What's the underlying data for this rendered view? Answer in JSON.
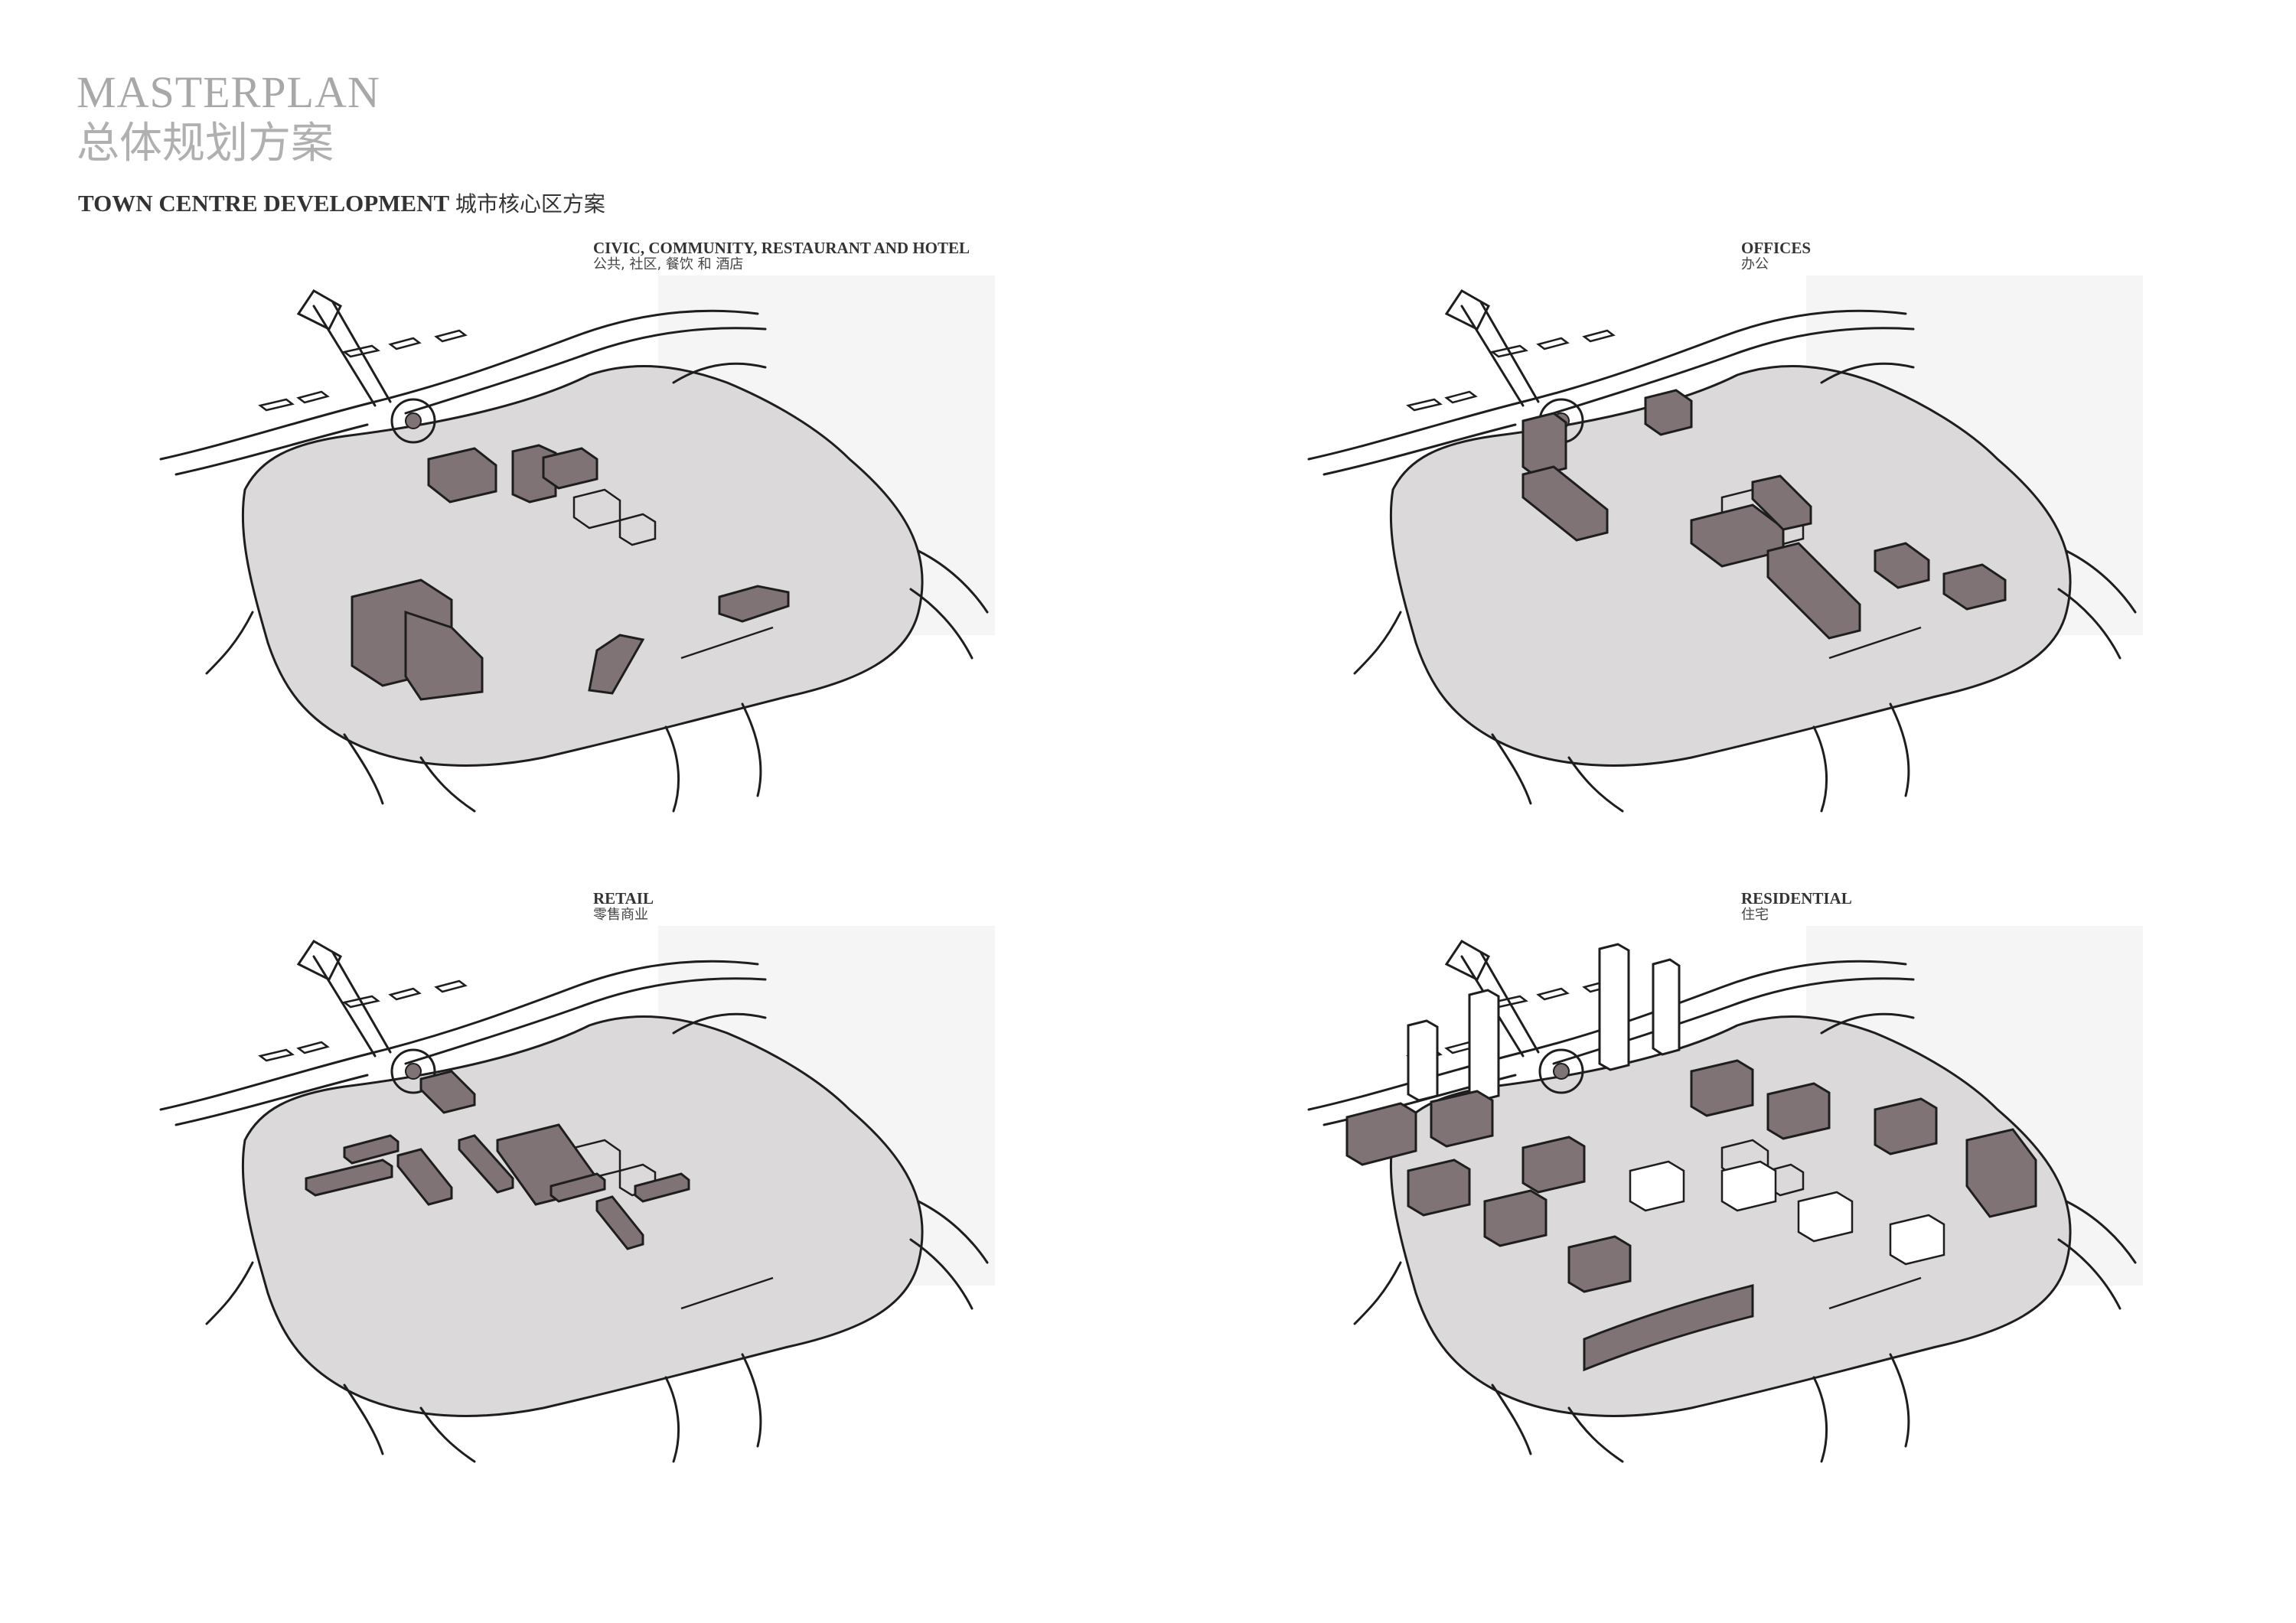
{
  "header": {
    "title_en": "MASTERPLAN",
    "title_zh": "总体规划方案",
    "subtitle_en": "TOWN CENTRE DEVELOPMENT",
    "subtitle_zh": "城市核心区方案"
  },
  "panels": [
    {
      "id": "civic",
      "label_en": "CIVIC, COMMUNITY, RESTAURANT AND HOTEL",
      "label_zh": "公共, 社区, 餐饮  和  酒店"
    },
    {
      "id": "offices",
      "label_en": "OFFICES",
      "label_zh": "办公"
    },
    {
      "id": "retail",
      "label_en": "RETAIL",
      "label_zh": "零售商业"
    },
    {
      "id": "residential",
      "label_en": "RESIDENTIAL",
      "label_zh": "住宅"
    }
  ],
  "colors": {
    "site_fill": "#dcd9da",
    "highlight_fill": "#7f7375",
    "building_outline": "#1e1e1e",
    "title_grey": "#a8a8a8"
  }
}
